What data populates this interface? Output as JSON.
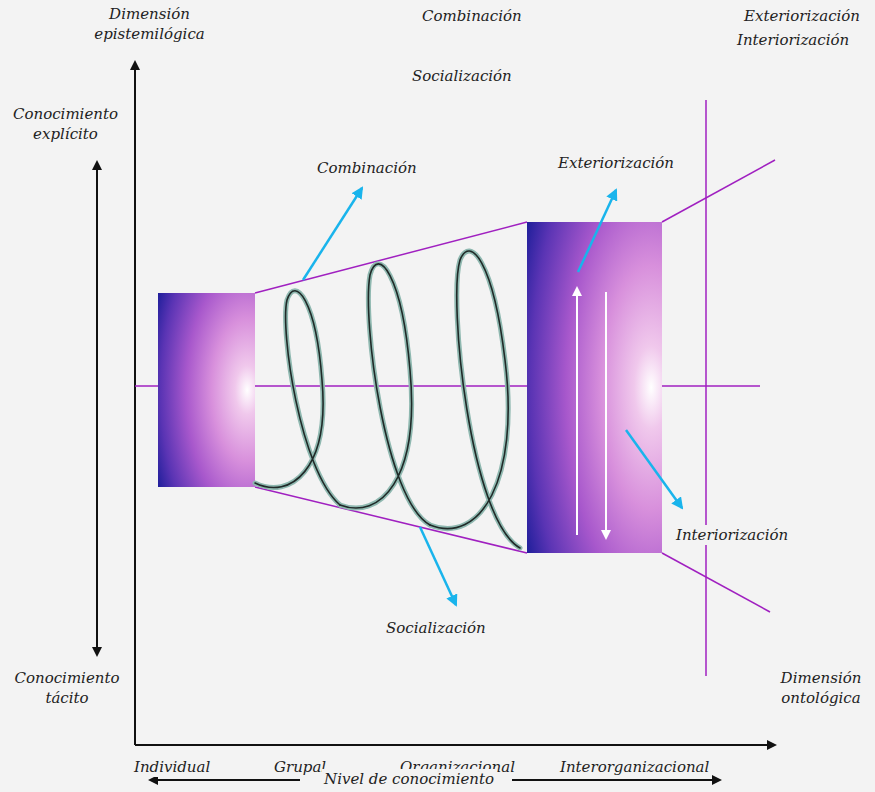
{
  "diagram": {
    "labels": [
      "Dimensión epistemilógica",
      "Combinación",
      "Socialización",
      "Exteriorización",
      "Interiorización",
      "Conocimiento explícito",
      "Combinación",
      "Exteriorización",
      "Interiorización",
      "Socialización",
      "Conocimiento tácito",
      "Dimensión ontológica",
      "Individual",
      "Grupal",
      "Organizacional",
      "Interorganizacional",
      "Nivel de conocimiento"
    ]
  }
}
